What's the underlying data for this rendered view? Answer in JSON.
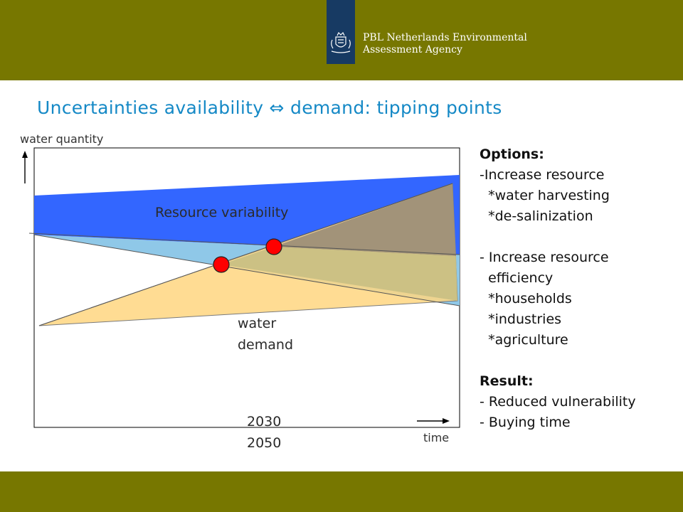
{
  "header": {
    "org_line1": "PBL Netherlands Environmental",
    "org_line2": "Assessment Agency",
    "logo_icon": "royal-coat-of-arms-icon"
  },
  "slide": {
    "title": "Uncertainties availability ⇔ demand: tipping points"
  },
  "diagram": {
    "y_axis_label": "water quantity",
    "x_axis_label": "time",
    "resource_label": "Resource variability",
    "demand_label_line1": "water",
    "demand_label_line2": "demand",
    "year_1": "2030",
    "year_2": "2050",
    "colors": {
      "resource_band": "#3366ff",
      "resource_lower": "#8fc8e8",
      "demand": "#ffd680",
      "overlap": "#9e9077",
      "tipping_point": "#ff0000"
    }
  },
  "options": {
    "heading": "Options:",
    "items": [
      "-Increase resource",
      "  *water harvesting",
      "  *de-salinization",
      "",
      "- Increase resource",
      "  efficiency",
      "  *households",
      "  *industries",
      "  *agriculture"
    ]
  },
  "result": {
    "heading": "Result:",
    "items": [
      "- Reduced vulnerability",
      "- Buying time"
    ]
  }
}
